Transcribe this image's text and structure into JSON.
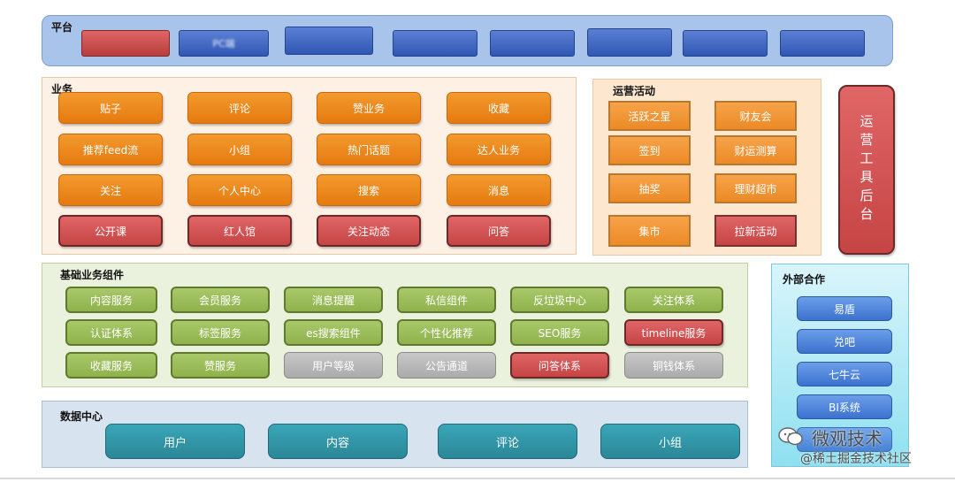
{
  "platform": {
    "title": "平台",
    "items": [
      "",
      "PC端",
      "",
      "",
      "",
      "",
      "",
      ""
    ]
  },
  "business": {
    "title": "业务",
    "orange_items": [
      "贴子",
      "评论",
      "赞业务",
      "收藏",
      "推荐feed流",
      "小组",
      "热门话题",
      "达人业务",
      "关注",
      "个人中心",
      "搜索",
      "消息"
    ],
    "red_items": [
      "公开课",
      "红人馆",
      "关注动态",
      "问答"
    ]
  },
  "operations": {
    "title": "运营活动",
    "items": [
      "活跃之星",
      "财友会",
      "签到",
      "财运测算",
      "抽奖",
      "理财超市",
      "集市",
      "拉新活动"
    ]
  },
  "ops_tool": {
    "label": "运营工具后台"
  },
  "components": {
    "title": "基础业务组件",
    "items": [
      "内容服务",
      "会员服务",
      "消息提醒",
      "私信组件",
      "反垃圾中心",
      "关注体系",
      "认证体系",
      "标签服务",
      "es搜索组件",
      "个性化推荐",
      "SEO服务",
      "timeline服务",
      "收藏服务",
      "赞服务",
      "用户等级",
      "公告通道",
      "问答体系",
      "铜钱体系"
    ]
  },
  "data_center": {
    "title": "数据中心",
    "items": [
      "用户",
      "内容",
      "评论",
      "小组"
    ]
  },
  "external": {
    "title": "外部合作",
    "items": [
      "易盾",
      "兑吧",
      "七牛云",
      "BI系统"
    ]
  },
  "watermark": {
    "brand": "微观技术",
    "handle": "@稀土掘金技术社区"
  },
  "colors": {
    "orange": "#ec8a1e",
    "red": "#c64444",
    "green": "#9cbc5a",
    "gray": "#aaaaaa",
    "teal": "#2f95a6",
    "blue": "#3c72cf"
  }
}
